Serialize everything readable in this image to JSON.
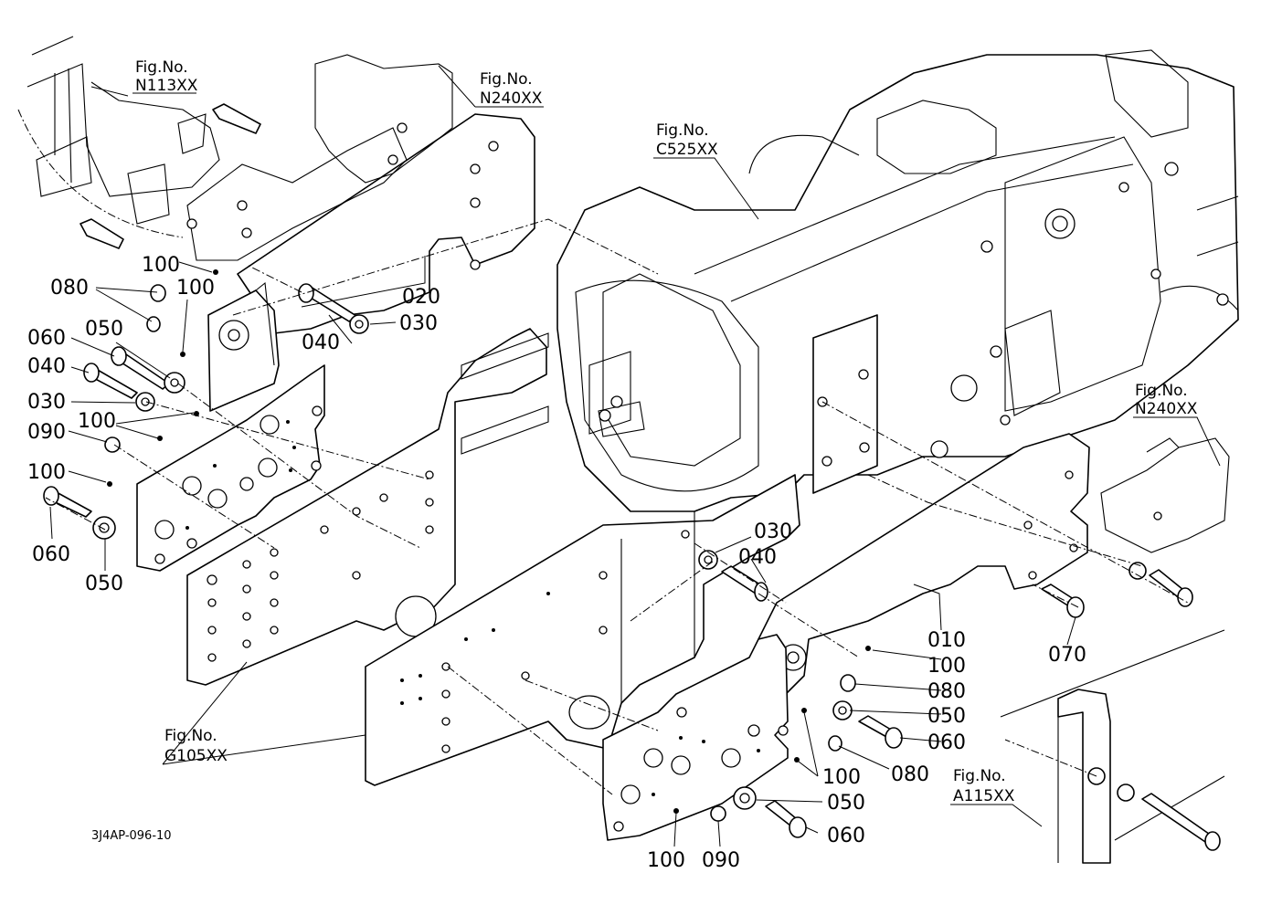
{
  "drawing_code": "3J4AP-096-10",
  "figure_refs": [
    {
      "id": "n113-top",
      "prefix": "Fig.No.",
      "code": "N113XX"
    },
    {
      "id": "n240-top",
      "prefix": "Fig.No.",
      "code": "N240XX"
    },
    {
      "id": "c525",
      "prefix": "Fig.No.",
      "code": "C525XX"
    },
    {
      "id": "n240-right",
      "prefix": "Fig.No.",
      "code": "N240XX"
    },
    {
      "id": "g105",
      "prefix": "Fig.No.",
      "code": "G105XX"
    },
    {
      "id": "a115",
      "prefix": "Fig.No.",
      "code": "A115XX"
    }
  ],
  "callouts": [
    "100",
    "080",
    "100",
    "020",
    "040",
    "030",
    "060",
    "050",
    "040",
    "030",
    "100",
    "090",
    "100",
    "060",
    "050",
    "030",
    "040",
    "010",
    "100",
    "080",
    "050",
    "060",
    "080",
    "070",
    "100",
    "050",
    "060",
    "100",
    "090"
  ]
}
